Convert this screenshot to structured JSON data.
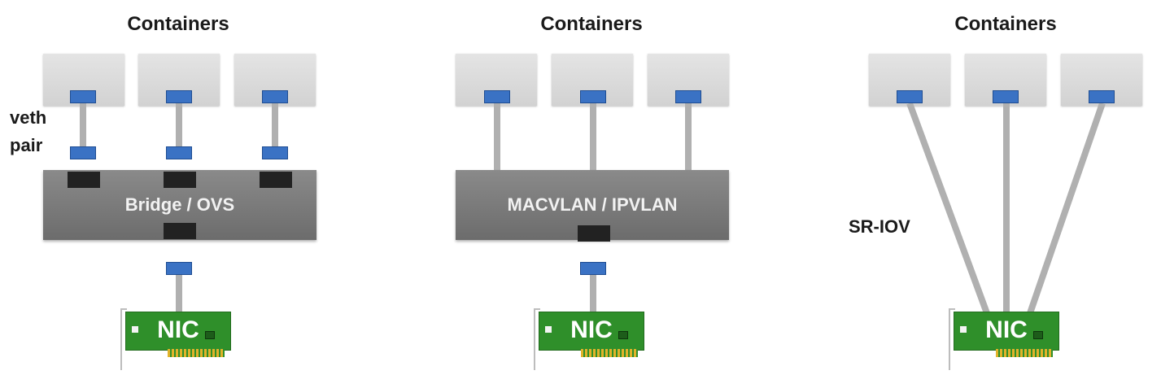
{
  "panels": [
    {
      "title": "Containers",
      "switch_label": "Bridge / OVS",
      "side_label": [
        "veth",
        "pair"
      ],
      "nic_label": "NIC"
    },
    {
      "title": "Containers",
      "switch_label": "MACVLAN / IPVLAN",
      "nic_label": "NIC"
    },
    {
      "title": "Containers",
      "side_label": "SR-IOV",
      "nic_label": "NIC"
    }
  ],
  "colors": {
    "port": "#3a72c4",
    "switch": "#7a7a7a",
    "nic": "#2f8f2a",
    "link": "#b0b0b0",
    "container": "#dcdcdc"
  }
}
